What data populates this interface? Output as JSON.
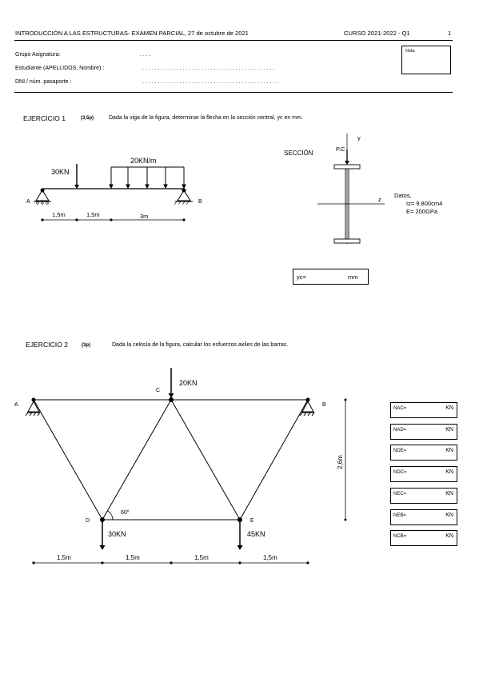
{
  "header": {
    "title": "INTRODUCCIÓN A LAS ESTRUCTURAS- EXAMEN PARCIAL, 27 de octubre de 2021",
    "curso": "CURSO 2021-2022 - Q1",
    "page_number": "1",
    "nota_label": "Nota",
    "fields": [
      {
        "label": "Grupo Asignatura:",
        "dots": ". . . ."
      },
      {
        "label": "Estudiante (APELLIDOS, Nombre) :",
        "dots": ". . . . . . . . . . . . . . . . . . . . . . . . . . . . . . . . . . . . . . . . . . ."
      },
      {
        "label": "DNI / núm. pasaporte :",
        "dots": ". . . . . . . . . . . . . . . . . . . . . . . . . . . . . . . . . . . . . . . . . . . ."
      }
    ]
  },
  "ex1": {
    "title": "EJERCICIO 1",
    "points": "(3,5p)",
    "statement": "Dada la viga de la figura, determinar la flecha en la sección central, yc en mm.",
    "load_point": "30KN",
    "load_dist": "20KN/m",
    "support_a": "A",
    "support_b": "B",
    "dims": [
      "1,5m",
      "1,5m",
      "3m"
    ],
    "section_label": "SECCIÓN",
    "pc_label": "P.C",
    "axis_y": "y",
    "axis_z": "z",
    "datos_title": "Datos,",
    "datos_iz": "Iz= 9.800cm4",
    "datos_e": "E= 200GPa",
    "answer_label": "yc=",
    "answer_unit": "mm"
  },
  "ex2": {
    "title": "EJERCICIO 2",
    "points": "(3p)",
    "statement": "Dada la celosía de la figura, calcular los esfuerzos axiles de las barras.",
    "load_c": "20KN",
    "load_d": "30KN",
    "load_e": "45KN",
    "angle": "60º",
    "height": "2,6m",
    "nodes": {
      "a": "A",
      "b": "B",
      "c": "C",
      "d": "D",
      "e": "E"
    },
    "dims": [
      "1,5m",
      "1,5m",
      "1,5m",
      "1,5m"
    ],
    "results": [
      {
        "label": "NAC=",
        "unit": "KN"
      },
      {
        "label": "NAD=",
        "unit": "KN"
      },
      {
        "label": "NDE=",
        "unit": "KN"
      },
      {
        "label": "NDC=",
        "unit": "KN"
      },
      {
        "label": "NEC=",
        "unit": "KN"
      },
      {
        "label": "NEB=",
        "unit": "KN"
      },
      {
        "label": "NCB=",
        "unit": "KN"
      }
    ]
  }
}
